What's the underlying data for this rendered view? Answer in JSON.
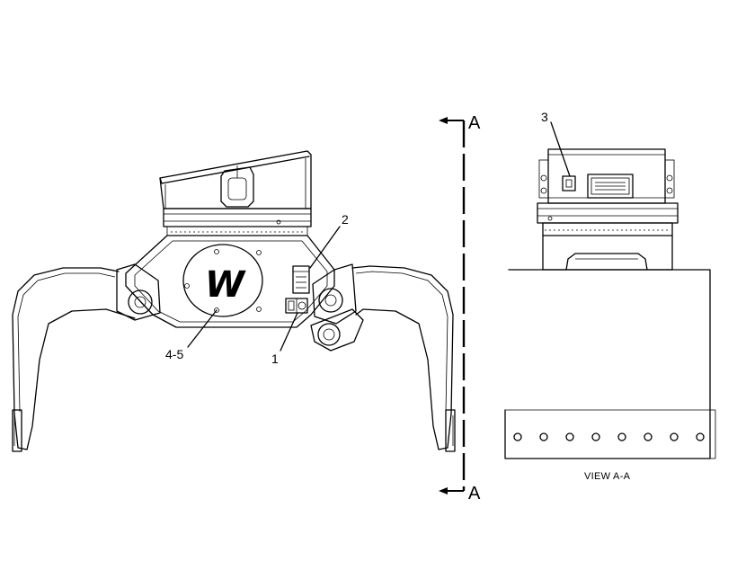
{
  "callouts": {
    "decal_1": "1",
    "decal_2": "2",
    "decal_3": "3",
    "decal_4_5": "4-5"
  },
  "section": {
    "top_letter": "A",
    "bottom_letter": "A",
    "view_label": "VIEW A-A"
  },
  "logo": {
    "text": "W"
  },
  "colors": {
    "line": "#000000",
    "background": "#ffffff"
  }
}
